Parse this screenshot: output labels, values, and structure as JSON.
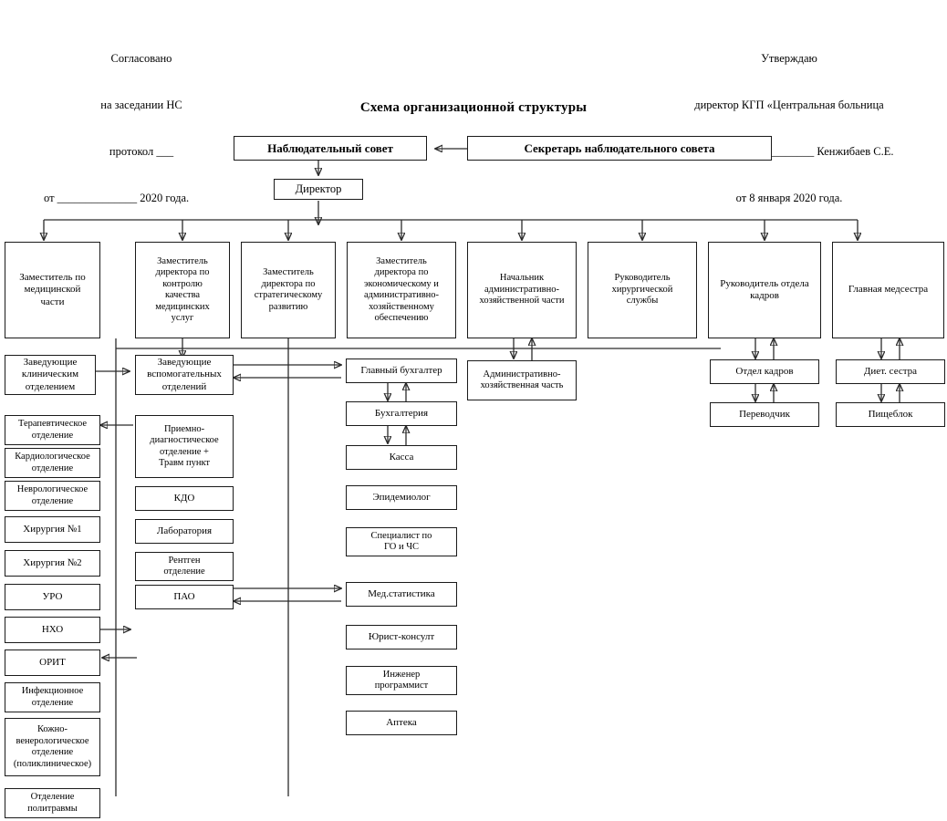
{
  "header": {
    "left": {
      "line1": "Согласовано",
      "line2": "на заседании НС",
      "line3": "протокол ___",
      "line4": "от ______________ 2020 года."
    },
    "right": {
      "line1": "Утверждаю",
      "line2": "директор КГП «Центральная больница",
      "line3": "г.Темиртау» ____________ Кенжибаев С.Е.",
      "line4": "от 8 января 2020 года."
    }
  },
  "title": "Схема организационной структуры",
  "nodes": {
    "supervisory_board": "Наблюдательный совет",
    "board_secretary": "Секретарь наблюдательного совета",
    "director": "Директор",
    "deputy_medical": "Заместитель по\nмедицинской\nчасти",
    "deputy_quality": "Заместитель\nдиректора по\nконтролю\nкачества\nмедицинских\nуслуг",
    "deputy_strategy": "Заместитель\nдиректора по\nстратегическому\nразвитию",
    "deputy_economic": "Заместитель\nдиректора по\nэкономическому и\nадминистративно-\nхозяйственному\nобеспечению",
    "head_ahc": "Начальник\nадминистративно-\nхозяйственной части",
    "head_surgery": "Руководитель\nхирургической\nслужбы",
    "head_hr": "Руководитель отдела\nкадров",
    "head_nurse": "Главная медсестра",
    "clinic_heads": "Заведующие\nклиническим\nотделением",
    "aux_heads": "Заведующие\nвспомогательных\nотделений",
    "chief_accountant": "Главный бухгалтер",
    "ahc_unit": "Административно-\nхозяйственная часть",
    "hr_dept": "Отдел кадров",
    "diet_nurse": "Диет. сестра",
    "translator": "Переводчик",
    "food_unit": "Пищеблок",
    "accounting": "Бухгалтерия",
    "cashbox": "Касса",
    "epidemiologist": "Эпидемиолог",
    "go_chs": "Специалист по\nГО и ЧС",
    "med_stat": "Мед.статистика",
    "legal": "Юрист-консулт",
    "engineer": "Инженер\nпрограммист",
    "pharmacy": "Аптека",
    "reception_diag": "Приемно-\nдиагностическое\nотделение +\nТравм пункт",
    "kdo": "КДО",
    "laboratory": "Лаборатория",
    "xray": "Рентген\nотделение",
    "pao": "ПАО",
    "therapeutic": "Терапевтическое\nотделение",
    "cardiology": "Кардиологическое\nотделение",
    "neurology": "Неврологическое\nотделение",
    "surgery1": "Хирургия №1",
    "surgery2": "Хирургия №2",
    "uro": "УРО",
    "nho": "НХО",
    "orit": "ОРИТ",
    "infectious": "Инфекционное\nотделение",
    "dermato": "Кожно-\nвенерологическое\nотделение\n(поликлиническое)",
    "polytrauma": "Отделение\nполитравмы"
  },
  "colors": {
    "line": "#2b2b2b",
    "border": "#1a1a1a",
    "background": "#ffffff",
    "text": "#000000"
  }
}
